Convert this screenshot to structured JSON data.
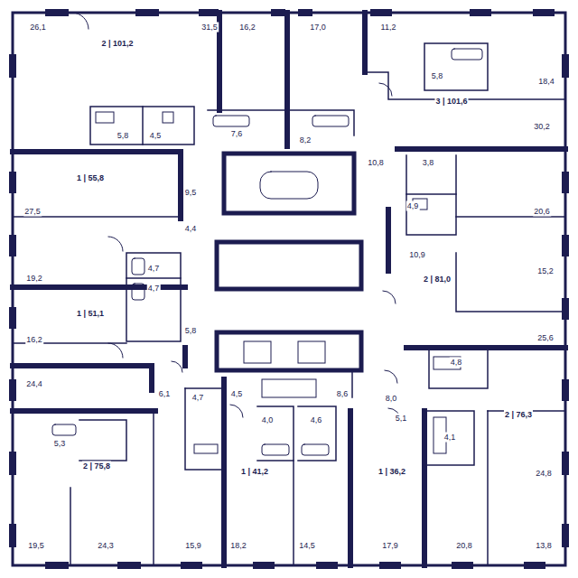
{
  "diagram": {
    "labels": [
      "26,1",
      "2 | 101,2",
      "31,5",
      "16,2",
      "17,0",
      "11,2",
      "5,8",
      "18,4",
      "3 | 101,6",
      "30,2",
      "5,8",
      "4,5",
      "7,6",
      "8,2",
      "10,8",
      "3,8",
      "1 | 55,8",
      "9,5",
      "27,5",
      "20,6",
      "4,9",
      "4,4",
      "10,9",
      "2 | 81,0",
      "4,7",
      "4,7",
      "19,2",
      "15,2",
      "1 | 51,1",
      "5,8",
      "16,2",
      "25,6",
      "24,4",
      "4,8",
      "8,0",
      "6,1",
      "4,5",
      "8,6",
      "5,1",
      "4,7",
      "4,0",
      "4,6",
      "2 | 76,3",
      "5,3",
      "2 | 75,8",
      "4,1",
      "1 | 41,2",
      "1 | 36,2",
      "24,8",
      "19,5",
      "24,3",
      "15,9",
      "18,2",
      "14,5",
      "17,9",
      "20,8",
      "13,8"
    ]
  }
}
